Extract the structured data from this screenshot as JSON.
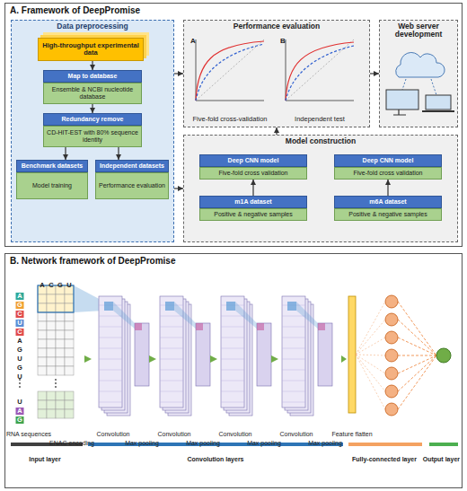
{
  "diagram": {
    "nodes": [
      {
        "text": [
          "A. Framework of DeepPromise"
        ]
      },
      {
        "text": [
          "Data preprocessing"
        ],
        "in": 0
      },
      {
        "text": [
          "High-throughput experimental data"
        ],
        "in": 1
      },
      {
        "text": [
          "Map to database"
        ],
        "in": 1
      },
      {
        "text": [
          "Ensemble & NCBI nucleotide database"
        ],
        "in": 1
      },
      {
        "text": [
          "Redundancy remove"
        ],
        "in": 1
      },
      {
        "text": [
          "CD-HIT-EST with 80% sequence identity"
        ],
        "in": 1
      },
      {
        "text": [
          "Benchmark datasets"
        ],
        "in": 1
      },
      {
        "text": [
          "Model training"
        ],
        "in": 1
      },
      {
        "text": [
          "Independent datasets"
        ],
        "in": 1
      },
      {
        "text": [
          "Performance evaluation"
        ],
        "in": 1
      },
      {
        "text": [
          "Performance evaluation"
        ],
        "in": 0
      },
      {
        "text": [
          "Web server development"
        ],
        "in": 0
      },
      {
        "text": [
          "Model construction"
        ],
        "in": 0
      },
      {
        "text": [
          "Deep CNN model"
        ],
        "in": 13
      },
      {
        "text": [
          "Five-fold cross validation"
        ],
        "in": 13
      },
      {
        "text": [
          "m1A dataset"
        ],
        "in": 13
      },
      {
        "text": [
          "Positive & negative samples"
        ],
        "in": 13
      },
      {
        "text": [
          "Deep CNN model"
        ],
        "in": 13
      },
      {
        "text": [
          "Five-fold cross validation"
        ],
        "in": 13
      },
      {
        "text": [
          "m6A dataset"
        ],
        "in": 13
      },
      {
        "text": [
          "Positive & negative samples"
        ],
        "in": 13
      },
      {
        "text": [
          "B. Network framework of DeepPromise"
        ]
      }
    ],
    "edges": [
      {
        "from": 2,
        "to": 3,
        "arrow": "to"
      },
      {
        "from": 4,
        "to": 5,
        "arrow": "to"
      },
      {
        "from": 6,
        "to": 7,
        "arrow": "to"
      },
      {
        "from": 6,
        "to": 9,
        "arrow": "to"
      },
      {
        "from": 1,
        "to": 11,
        "arrow": "to"
      },
      {
        "from": 1,
        "to": 13,
        "arrow": "to"
      },
      {
        "from": 13,
        "to": 11,
        "arrow": "to"
      },
      {
        "from": 11,
        "to": 12,
        "arrow": "to"
      },
      {
        "from": 16,
        "to": 15,
        "arrow": "to"
      },
      {
        "from": 20,
        "to": 19,
        "arrow": "to"
      }
    ],
    "labels": [
      "A",
      "B",
      "Five-fold cross-validation",
      "Independent test",
      "A",
      "G",
      "C",
      "U",
      "C",
      "A",
      "G",
      "U",
      "G",
      "U",
      "U",
      "A",
      "G",
      "A",
      "C",
      "G",
      "U",
      "RNA sequences",
      "ENAC encoding",
      "Convolution",
      "Max pooling",
      "Convolution",
      "Max pooling",
      "Convolution",
      "Max pooling",
      "Convolution",
      "Max pooling",
      "Feature flatten",
      "Input layer",
      "Convolution layers",
      "Fully-connected layer",
      "Output layer"
    ]
  }
}
